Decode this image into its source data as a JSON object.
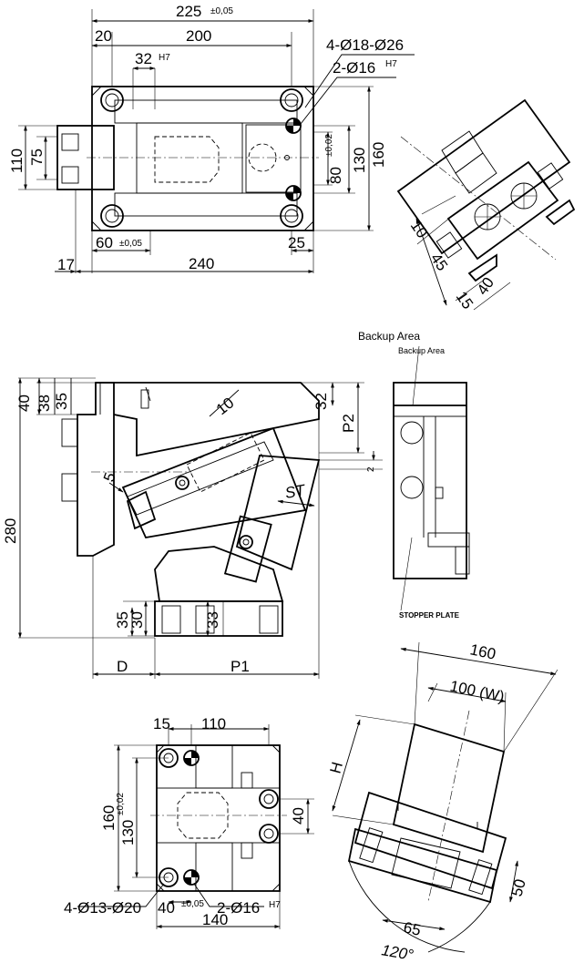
{
  "top_view": {
    "dim_225": "225",
    "tol_225": "±0,05",
    "dim_20": "20",
    "dim_200": "200",
    "dim_32": "32",
    "fit_32": "H7",
    "holes_4": "4-Ø18-Ø26",
    "holes_2": "2-Ø16",
    "fit_holes_2": "H7",
    "dim_110": "110",
    "dim_75": "75",
    "dim_80": "80",
    "tol_80": "±0,02",
    "dim_130": "130",
    "dim_160": "160",
    "dim_60": "60",
    "tol_60": "±0,05",
    "dim_25": "25",
    "dim_17": "17",
    "dim_240": "240"
  },
  "iso_view": {
    "dim_10": "10",
    "dim_45": "45",
    "dim_15": "15",
    "dim_40": "40"
  },
  "side_view": {
    "dim_40": "40",
    "dim_38": "38",
    "dim_35": "35",
    "dim_10": "10",
    "dim_32": "32",
    "dim_P2": "P2",
    "dim_2": "2",
    "dim_5": "5",
    "dim_ST": "ST",
    "dim_280": "280",
    "dim_35b": "35",
    "dim_30": "30",
    "dim_33": "33",
    "dim_D": "D",
    "dim_P1": "P1"
  },
  "backup_view": {
    "backup_area_1": "Backup Area",
    "backup_area_2": "Backup Area",
    "stopper_plate": "STOPPER PLATE"
  },
  "bottom_view": {
    "dim_15": "15",
    "dim_110": "110",
    "dim_160": "160",
    "dim_130": "130",
    "tol_130": "±0,02",
    "dim_40": "40",
    "holes_4": "4-Ø13-Ø20",
    "dim_40b": "40",
    "tol_40b": "±0,05",
    "holes_2": "2-Ø16",
    "fit_holes_2": "H7",
    "dim_140": "140"
  },
  "rotated_view": {
    "dim_160": "160",
    "dim_100W": "100 (W)",
    "dim_H": "H",
    "dim_50": "50",
    "dim_65": "65",
    "dim_120": "120°"
  }
}
